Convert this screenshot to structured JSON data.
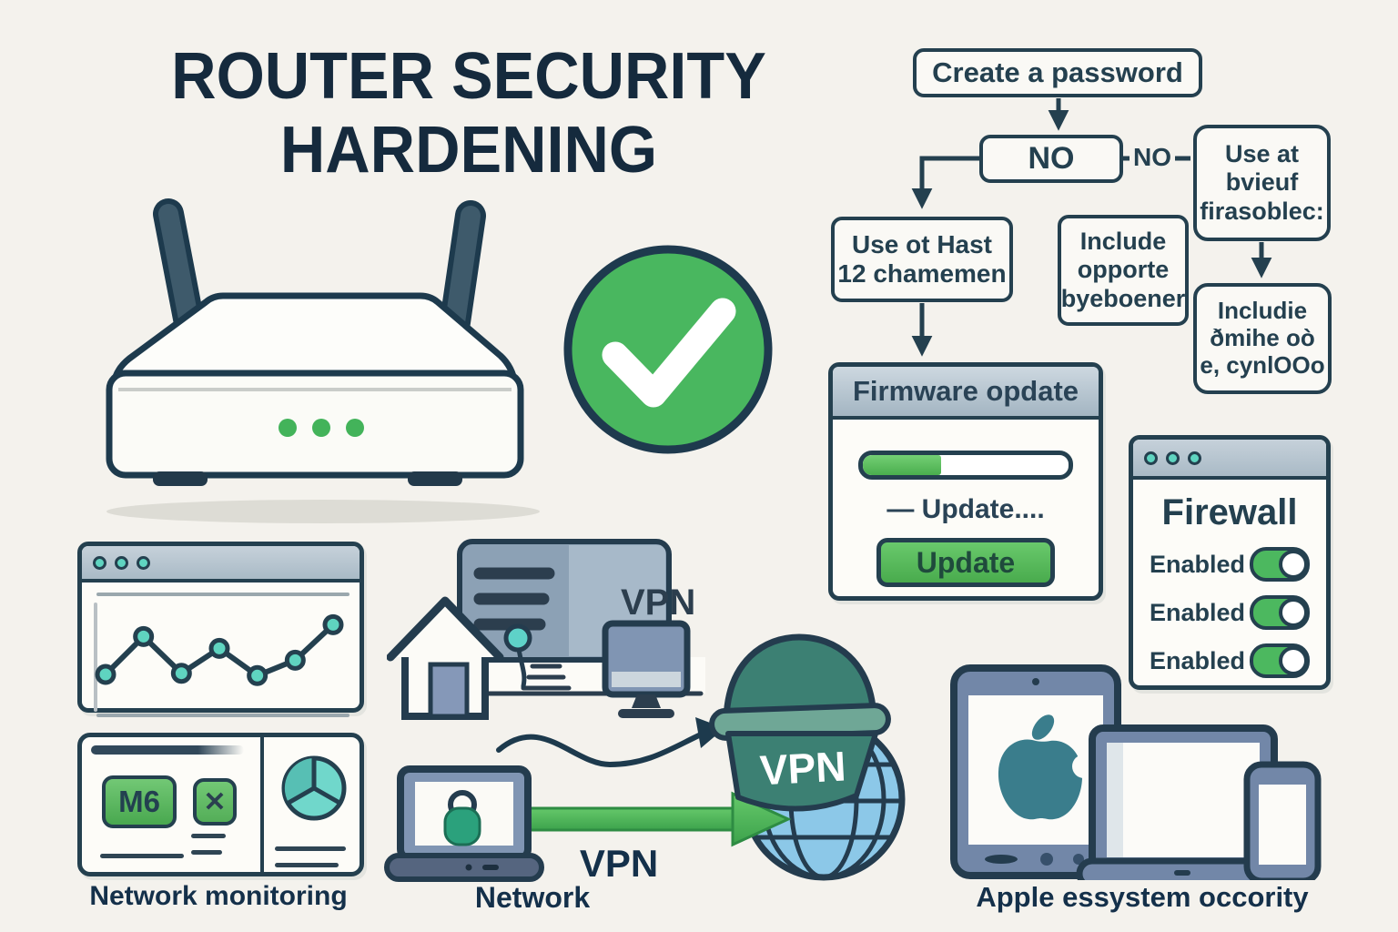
{
  "title": {
    "line1": "ROUTER SECURITY",
    "line2": "HARDENING"
  },
  "flowchart": {
    "create_password": "Create a password",
    "no_box": "NO",
    "no_edge_label": "NO",
    "use_length": "Use ot Hast\n12 chamemen",
    "include_symbols": "Include\nopporte\nbyeboener",
    "use_unique": "Use at\nbvieuf\nfirasoblec:",
    "include_numbers": "Includie\nðmihe oò\ne, cynlOOo"
  },
  "firmware": {
    "title": "Firmware opdate",
    "status": "— Update....",
    "button_label": "Update",
    "progress_percent": 38
  },
  "firewall": {
    "title": "Firewall",
    "toggles": [
      {
        "label": "Enabled",
        "state": "on"
      },
      {
        "label": "Enabled",
        "state": "on"
      },
      {
        "label": "Enabled",
        "state": "on"
      }
    ]
  },
  "monitoring": {
    "caption": "Network monitoring",
    "badge_label": "M6",
    "close_glyph": "✕"
  },
  "vpn_scene": {
    "card_label": "VPN"
  },
  "tunnel": {
    "globe_hat_label": "VPN",
    "vpn_caption": "VPN",
    "network_caption": "Network"
  },
  "apple": {
    "caption": "Apple essystem occority"
  },
  "chart_data": {
    "type": "line",
    "x": [
      1,
      2,
      3,
      4,
      5,
      6,
      7
    ],
    "values": [
      3.0,
      6.2,
      3.1,
      5.2,
      2.9,
      4.2,
      7.2
    ],
    "title": "Network monitoring traffic sparkline",
    "xlabel": "",
    "ylabel": "",
    "ylim": [
      0,
      10
    ],
    "grid": false,
    "legend": false
  },
  "colors": {
    "background": "#f4f2ed",
    "navy_outline": "#24404f",
    "title_navy": "#152a3d",
    "accent_green": "#4cb85f",
    "led_green": "#43b35a",
    "teal_dot": "#5fd4c0",
    "slate_device": "#7287a8",
    "titlebar_grey": "#aebdc9",
    "globe_blue": "#8cc8e8",
    "hat_teal": "#3c8073",
    "lock_green": "#2ba17c",
    "apple_logo_teal": "#3a7d8c"
  }
}
